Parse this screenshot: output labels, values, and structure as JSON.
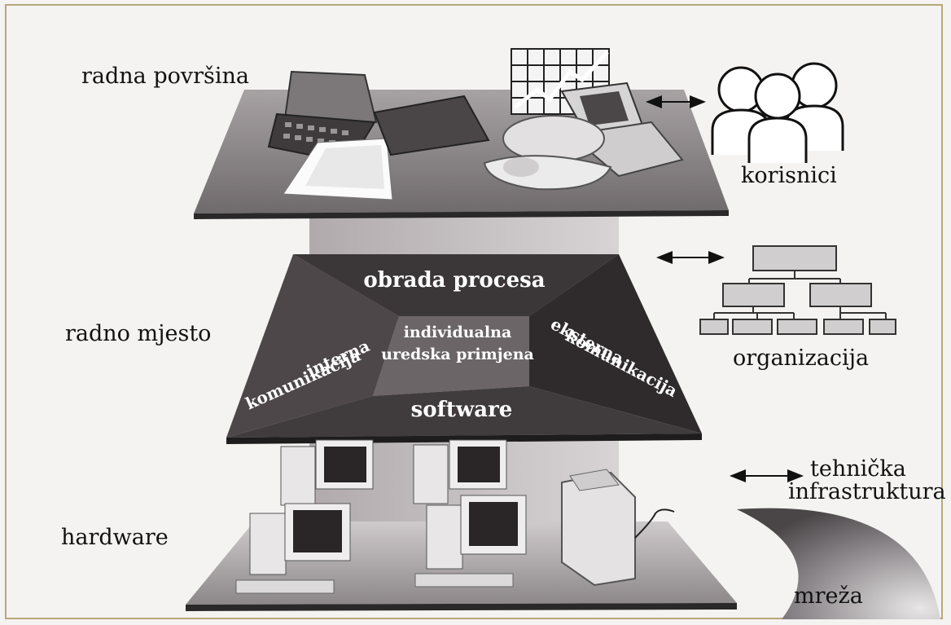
{
  "labels": {
    "desktop": "radna površina",
    "workplace": "radno mjesto",
    "hardware": "hardware",
    "users": "korisnici",
    "organization": "organizacija",
    "tech_line1": "tehnička",
    "tech_line2": "infrastruktura",
    "network": "mreža"
  },
  "pyramid": {
    "top": "obrada procesa",
    "bottom": "software",
    "center_line1": "individualna",
    "center_line2": "uredska primjena",
    "left_line1": "interna",
    "left_line2": "komunikacija",
    "right_line1": "eksterna",
    "right_line2": "komunikacija"
  },
  "colors": {
    "frame": "#b8a878",
    "platform": "#8a8588",
    "pyramid_top": "#3a3537",
    "pyramid_side": "#4a4447",
    "pyramid_center": "#6c6668"
  }
}
